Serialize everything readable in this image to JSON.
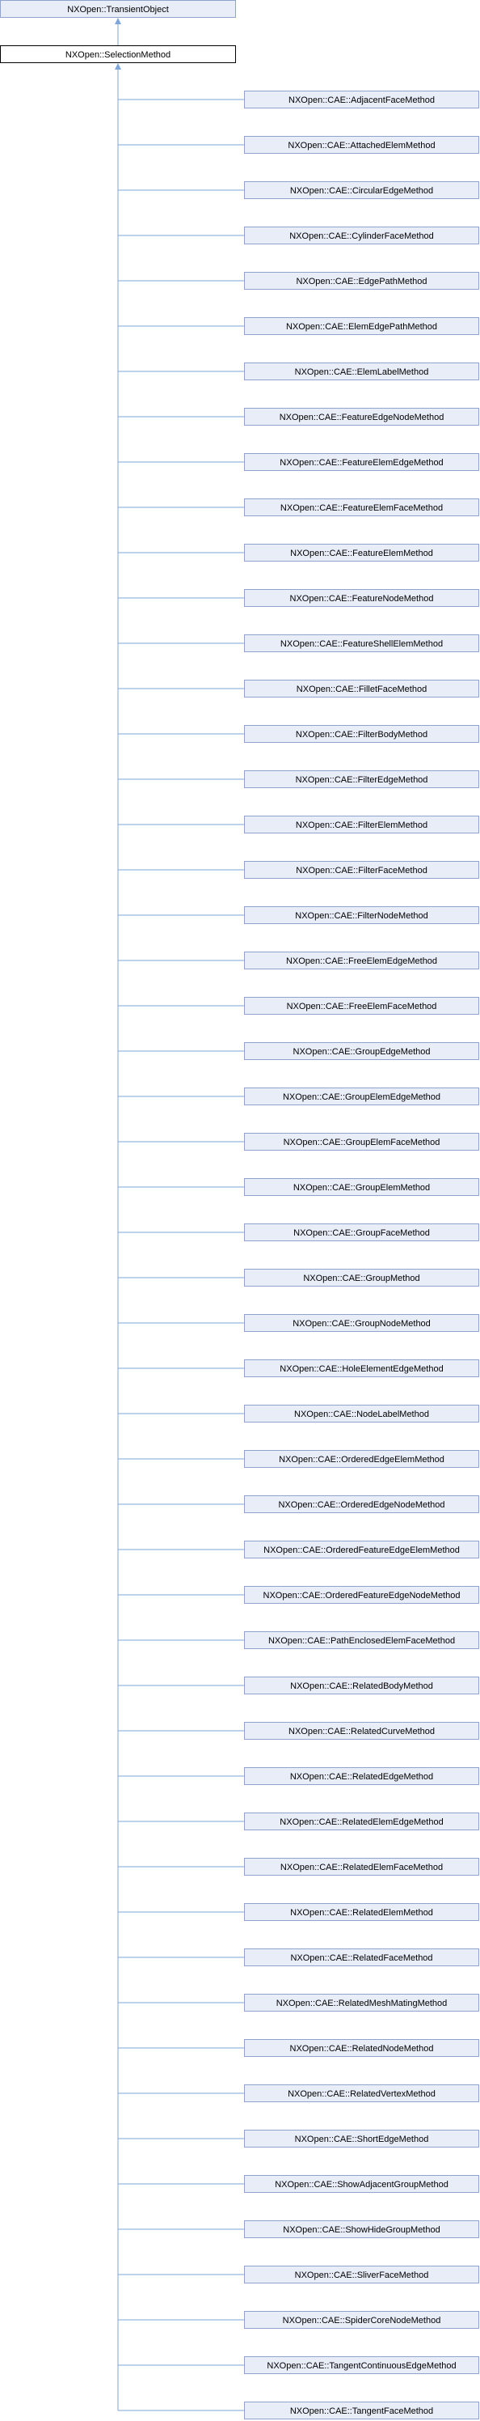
{
  "diagram": {
    "base_class": "NXOpen::TransientObject",
    "current_class": "NXOpen::SelectionMethod",
    "derived_classes": [
      "NXOpen::CAE::AdjacentFaceMethod",
      "NXOpen::CAE::AttachedElemMethod",
      "NXOpen::CAE::CircularEdgeMethod",
      "NXOpen::CAE::CylinderFaceMethod",
      "NXOpen::CAE::EdgePathMethod",
      "NXOpen::CAE::ElemEdgePathMethod",
      "NXOpen::CAE::ElemLabelMethod",
      "NXOpen::CAE::FeatureEdgeNodeMethod",
      "NXOpen::CAE::FeatureElemEdgeMethod",
      "NXOpen::CAE::FeatureElemFaceMethod",
      "NXOpen::CAE::FeatureElemMethod",
      "NXOpen::CAE::FeatureNodeMethod",
      "NXOpen::CAE::FeatureShellElemMethod",
      "NXOpen::CAE::FilletFaceMethod",
      "NXOpen::CAE::FilterBodyMethod",
      "NXOpen::CAE::FilterEdgeMethod",
      "NXOpen::CAE::FilterElemMethod",
      "NXOpen::CAE::FilterFaceMethod",
      "NXOpen::CAE::FilterNodeMethod",
      "NXOpen::CAE::FreeElemEdgeMethod",
      "NXOpen::CAE::FreeElemFaceMethod",
      "NXOpen::CAE::GroupEdgeMethod",
      "NXOpen::CAE::GroupElemEdgeMethod",
      "NXOpen::CAE::GroupElemFaceMethod",
      "NXOpen::CAE::GroupElemMethod",
      "NXOpen::CAE::GroupFaceMethod",
      "NXOpen::CAE::GroupMethod",
      "NXOpen::CAE::GroupNodeMethod",
      "NXOpen::CAE::HoleElementEdgeMethod",
      "NXOpen::CAE::NodeLabelMethod",
      "NXOpen::CAE::OrderedEdgeElemMethod",
      "NXOpen::CAE::OrderedEdgeNodeMethod",
      "NXOpen::CAE::OrderedFeatureEdgeElemMethod",
      "NXOpen::CAE::OrderedFeatureEdgeNodeMethod",
      "NXOpen::CAE::PathEnclosedElemFaceMethod",
      "NXOpen::CAE::RelatedBodyMethod",
      "NXOpen::CAE::RelatedCurveMethod",
      "NXOpen::CAE::RelatedEdgeMethod",
      "NXOpen::CAE::RelatedElemEdgeMethod",
      "NXOpen::CAE::RelatedElemFaceMethod",
      "NXOpen::CAE::RelatedElemMethod",
      "NXOpen::CAE::RelatedFaceMethod",
      "NXOpen::CAE::RelatedMeshMatingMethod",
      "NXOpen::CAE::RelatedNodeMethod",
      "NXOpen::CAE::RelatedVertexMethod",
      "NXOpen::CAE::ShortEdgeMethod",
      "NXOpen::CAE::ShowAdjacentGroupMethod",
      "NXOpen::CAE::ShowHideGroupMethod",
      "NXOpen::CAE::SliverFaceMethod",
      "NXOpen::CAE::SpiderCoreNodeMethod",
      "NXOpen::CAE::TangentContinuousEdgeMethod",
      "NXOpen::CAE::TangentFaceMethod"
    ],
    "colors": {
      "node_fill": "#e8edf7",
      "node_border": "#8fa3cc",
      "current_fill": "#ffffff",
      "current_border": "#000000",
      "edge": "#7fa6d9"
    }
  }
}
